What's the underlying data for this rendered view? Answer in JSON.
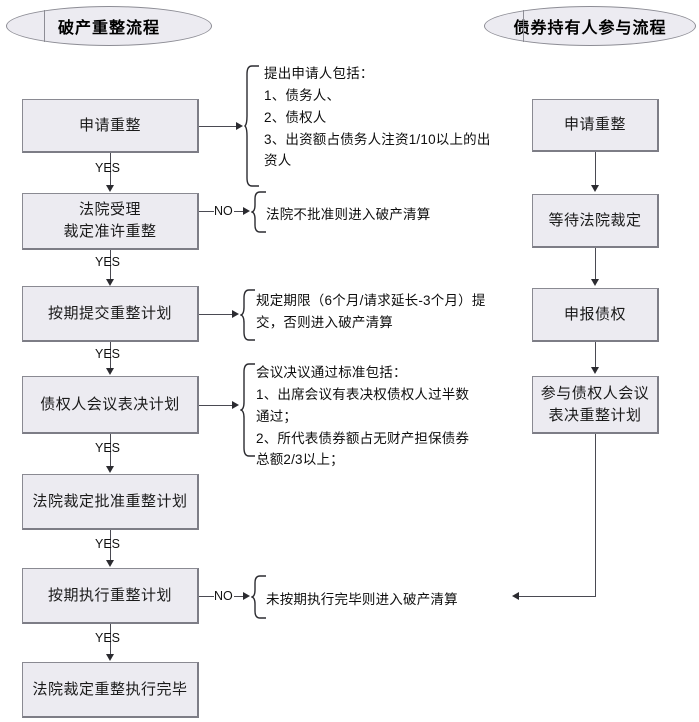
{
  "titles": {
    "left": "破产重整流程",
    "right": "债券持有人参与流程"
  },
  "left_flow": {
    "boxes": [
      {
        "label": "申请重整"
      },
      {
        "label": "法院受理\n裁定准许重整"
      },
      {
        "label": "按期提交重整计划"
      },
      {
        "label": "债权人会议表决计划"
      },
      {
        "label": "法院裁定批准重整计划"
      },
      {
        "label": "按期执行重整计划"
      },
      {
        "label": "法院裁定重整执行完毕"
      }
    ],
    "edge_labels": {
      "yes": "YES",
      "no": "NO"
    }
  },
  "right_flow": {
    "boxes": [
      {
        "label": "申请重整"
      },
      {
        "label": "等待法院裁定"
      },
      {
        "label": "申报债权"
      },
      {
        "label": "参与债权人会议\n表决重整计划"
      }
    ]
  },
  "notes": [
    {
      "text": "提出申请人包括：\n1、债务人、\n2、债权人\n3、出资额占债务人注资1/10以上的出\n资人"
    },
    {
      "text": "法院不批准则进入破产清算"
    },
    {
      "text": "规定期限（6个月/请求延长-3个月）提\n交，否则进入破产清算"
    },
    {
      "text": "会议决议通过标准包括：\n1、出席会议有表决权债权人过半数\n通过；\n2、所代表债券额占无财产担保债券\n总额2/3以上；"
    },
    {
      "text": "未按期执行完毕则进入破产清算"
    }
  ],
  "colors": {
    "box_fill": "#ecebf1",
    "box_border": "#8a8a92",
    "line": "#4a4a52",
    "text": "#111111"
  }
}
